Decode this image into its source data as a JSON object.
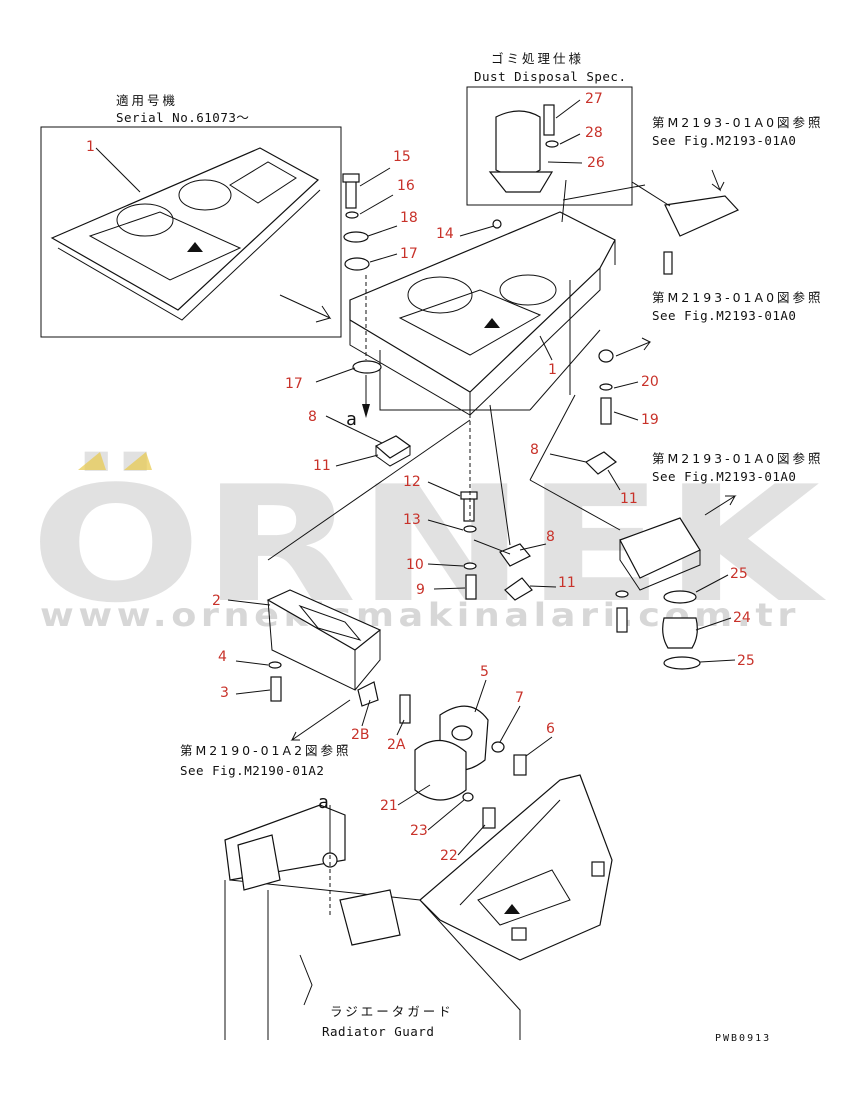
{
  "watermark": {
    "brand": "ÖRNEK",
    "url": "www.ornekismakinalari.com.tr"
  },
  "headers": {
    "serial_jp": "適用号機",
    "serial_en": "Serial No.61073～",
    "dust_jp": "ゴミ処理仕様",
    "dust_en": "Dust Disposal Spec.",
    "ref1_jp": "第M2193-01A0図参照",
    "ref1_en": "See Fig.M2193-01A0",
    "ref2_jp": "第M2193-01A0図参照",
    "ref2_en": "See Fig.M2193-01A0",
    "ref3_jp": "第M2193-01A0図参照",
    "ref3_en": "See Fig.M2193-01A0",
    "ref4_jp": "第M2190-01A2図参照",
    "ref4_en": "See Fig.M2190-01A2",
    "radiator_jp": "ラジエータガード",
    "radiator_en": "Radiator Guard",
    "code": "PWB0913"
  },
  "letters": {
    "a_top": "a",
    "a_bottom": "a"
  },
  "parts": {
    "p1_inset": "1",
    "p1": "1",
    "p2": "2",
    "p2a": "2A",
    "p2b": "2B",
    "p3": "3",
    "p4": "4",
    "p5": "5",
    "p6": "6",
    "p7": "7",
    "p8_a": "8",
    "p8_b": "8",
    "p8_c": "8",
    "p9": "9",
    "p10": "10",
    "p11_a": "11",
    "p11_b": "11",
    "p11_c": "11",
    "p12": "12",
    "p13": "13",
    "p14": "14",
    "p15": "15",
    "p16": "16",
    "p17_a": "17",
    "p17_b": "17",
    "p18": "18",
    "p19": "19",
    "p20": "20",
    "p21": "21",
    "p22": "22",
    "p23": "23",
    "p24": "24",
    "p25_a": "25",
    "p25_b": "25",
    "p26": "26",
    "p27": "27",
    "p28": "28"
  }
}
